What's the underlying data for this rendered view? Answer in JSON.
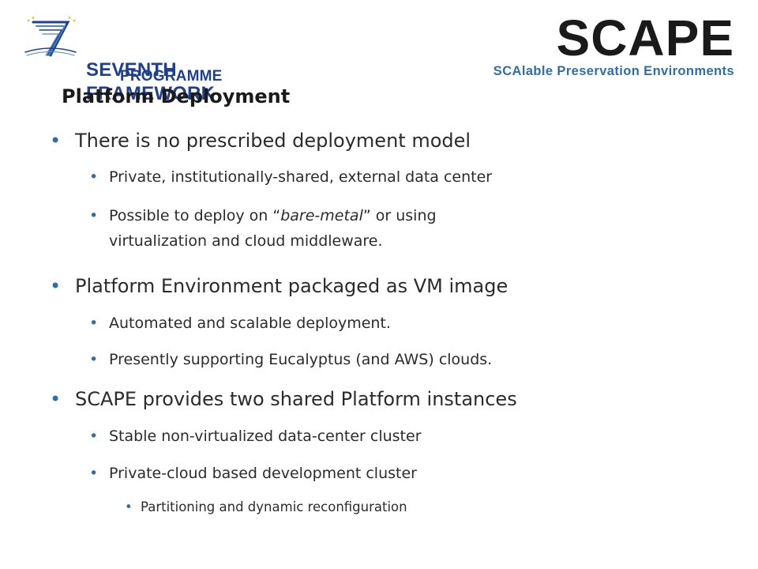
{
  "logo": {
    "line1": "SEVENTH FRAMEWORK",
    "line2": "PROGRAMME",
    "colors": {
      "blue": "#1f3f8f",
      "accent": "#4a86c5"
    }
  },
  "brand": {
    "title": "SCAPE",
    "subtitle": "SCAlable Preservation Environments",
    "subtitle_color": "#2f6fa8"
  },
  "slide": {
    "title": "Platform Deployment",
    "bullets": {
      "b1": "There is no prescribed deployment model",
      "b1_1": "Private, institutionally-shared, external data center",
      "b1_2_pre": "Possible to deploy on “",
      "b1_2_em": "bare-metal",
      "b1_2_post": "”  or using",
      "b1_2_line2": "virtualization and cloud middleware.",
      "b2": "Platform Environment packaged as VM image",
      "b2_1": "Automated and scalable deployment.",
      "b2_2": "Presently supporting Eucalyptus (and AWS) clouds.",
      "b3": "SCAPE provides two shared Platform instances",
      "b3_1": "Stable non-virtualized data-center cluster",
      "b3_2": "Private-cloud based development cluster",
      "b3_2_1": "Partitioning and dynamic reconfiguration"
    },
    "bullet_color": "#2f6fa8"
  }
}
